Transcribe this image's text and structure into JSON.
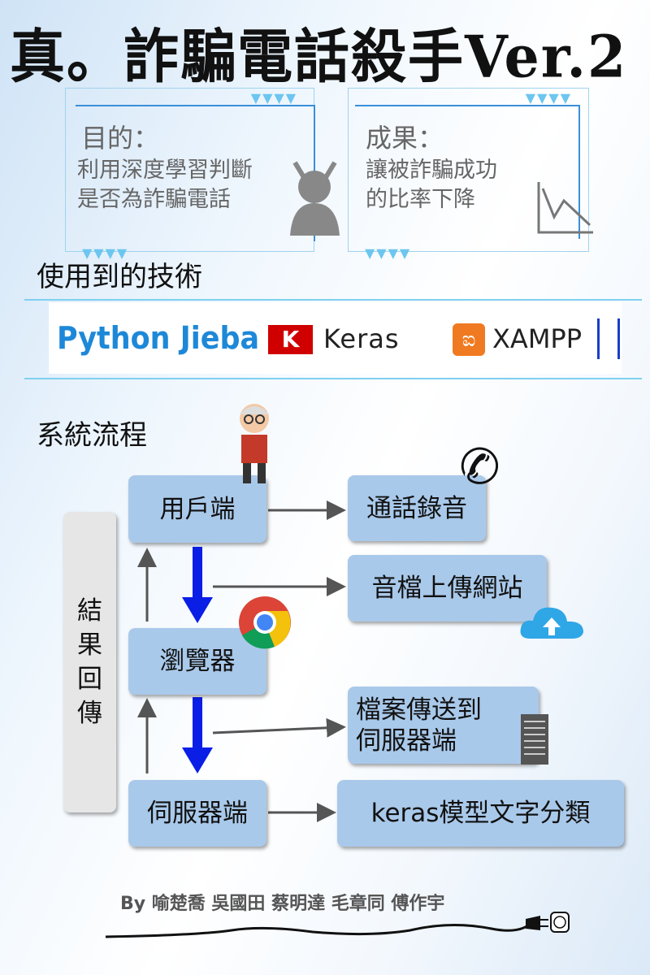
{
  "title": "真。詐騙電話殺手Ver.2",
  "goal": {
    "heading": "目的：",
    "lines": [
      "利用深度學習判斷",
      "是否為詐騙電話"
    ]
  },
  "result": {
    "heading": "成果：",
    "lines": [
      "讓被詐騙成功",
      "的比率下降"
    ]
  },
  "tech": {
    "heading": "使用到的技術",
    "python_jieba": "Python Jieba",
    "keras": "Keras",
    "keras_mark": "K",
    "xampp": "XAMPP"
  },
  "flow": {
    "heading": "系統流程",
    "client": "用戶端",
    "call_recording": "通話錄音",
    "upload_site": "音檔上傳網站",
    "browser": "瀏覽器",
    "send_file": [
      "檔案傳送到",
      "伺服器端"
    ],
    "server": "伺服器端",
    "keras_classify": "keras模型文字分類",
    "feedback": [
      "結",
      "果",
      "回",
      "傳"
    ]
  },
  "authors": "By 喻楚喬 吳國田 蔡明達 毛章同 傅作宇",
  "colors": {
    "box": "#a9c9ea",
    "flow_arrow": "#0a1ee6",
    "python": "#1e88d8",
    "keras": "#d00000",
    "xampp": "#f07a21"
  }
}
